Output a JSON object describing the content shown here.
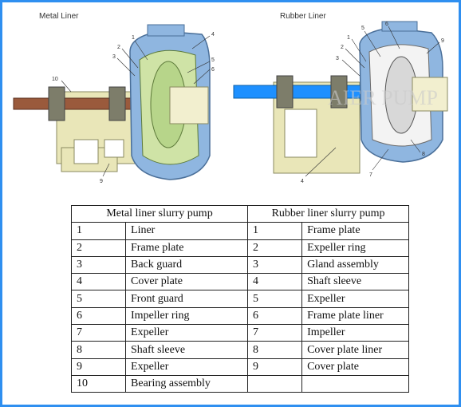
{
  "diagrams": {
    "metal": {
      "caption": "Metal Liner",
      "callouts": [
        "1",
        "2",
        "3",
        "4",
        "5",
        "6",
        "9",
        "10"
      ]
    },
    "rubber": {
      "caption": "Rubber Liner",
      "callouts": [
        "1",
        "2",
        "3",
        "4",
        "5",
        "6",
        "7",
        "8",
        "9"
      ],
      "watermark": "AIER PUMP"
    }
  },
  "table": {
    "headers": [
      "Metal liner slurry pump",
      "Rubber liner slurry pump"
    ],
    "rows": [
      [
        "1",
        "Liner",
        "1",
        "Frame plate"
      ],
      [
        "2",
        "Frame plate",
        "2",
        "Expeller ring"
      ],
      [
        "3",
        "Back guard",
        "3",
        "Gland assembly"
      ],
      [
        "4",
        "Cover plate",
        "4",
        "Shaft sleeve"
      ],
      [
        "5",
        "Front guard",
        "5",
        "Expeller"
      ],
      [
        "6",
        "Impeller ring",
        "6",
        "Frame plate liner"
      ],
      [
        "7",
        "Expeller",
        "7",
        "Impeller"
      ],
      [
        "8",
        "Shaft sleeve",
        "8",
        "Cover plate liner"
      ],
      [
        "9",
        "Expeller",
        "9",
        "Cover plate"
      ],
      [
        "10",
        "Bearing assembly",
        "",
        ""
      ]
    ]
  },
  "colors": {
    "border": "#2f8ff0",
    "casing_blue": "#8fb6e0",
    "frame_beige": "#e9e6b8",
    "impeller_green": "#cfe3a6",
    "shaft_brown": "#9a5a3c",
    "shaft_blue": "#1e90ff"
  }
}
